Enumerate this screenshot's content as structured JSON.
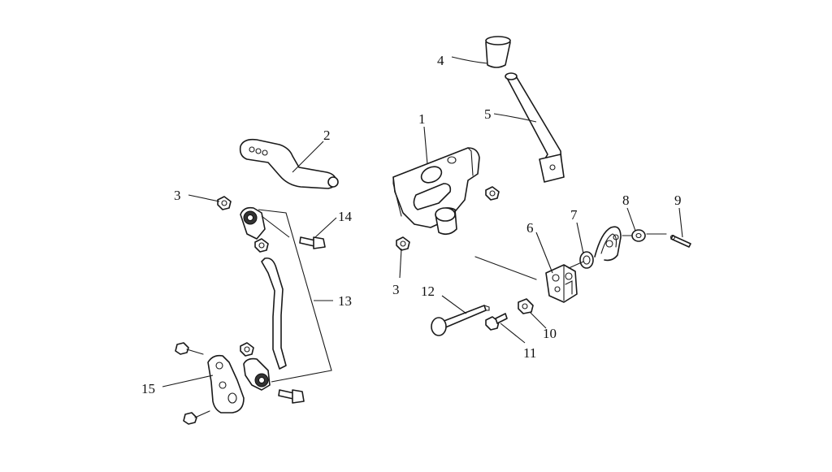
{
  "diagram": {
    "callouts": [
      {
        "id": "c1",
        "text": "1"
      },
      {
        "id": "c2",
        "text": "2"
      },
      {
        "id": "c3a",
        "text": "3"
      },
      {
        "id": "c3b",
        "text": "3"
      },
      {
        "id": "c4",
        "text": "4"
      },
      {
        "id": "c5",
        "text": "5"
      },
      {
        "id": "c6",
        "text": "6"
      },
      {
        "id": "c7",
        "text": "7"
      },
      {
        "id": "c8",
        "text": "8"
      },
      {
        "id": "c9",
        "text": "9"
      },
      {
        "id": "c10",
        "text": "10"
      },
      {
        "id": "c11",
        "text": "11"
      },
      {
        "id": "c12",
        "text": "12"
      },
      {
        "id": "c13",
        "text": "13"
      },
      {
        "id": "c14",
        "text": "14"
      },
      {
        "id": "c15",
        "text": "15"
      }
    ]
  }
}
